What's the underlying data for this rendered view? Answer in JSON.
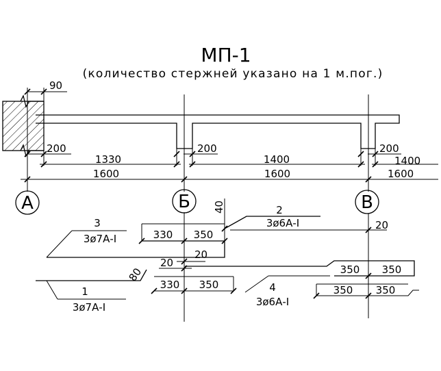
{
  "drawing": {
    "title": "МП-1",
    "subtitle": "(количество стержней указано на 1 м.пог.)"
  },
  "dimensions": {
    "wall_offset": "90",
    "support_left": "200",
    "support_mid": "200",
    "support_right": "200",
    "span1_clear": "1330",
    "span2_clear": "1400",
    "span3_clear": "1400",
    "span1_axis": "1600",
    "span2_axis": "1600",
    "span3_axis": "1600",
    "height_40": "40",
    "gap_20_right": "20",
    "gap_20_mid_a": "20",
    "gap_20_mid_b": "20",
    "hook_80": "80",
    "r3_left": "330",
    "r3_right": "350",
    "r1_left": "330",
    "r1_right": "350",
    "r4_top_left": "350",
    "r4_top_right": "350",
    "r4_bot_left": "350",
    "r4_bot_right": "350"
  },
  "axes": {
    "a": "А",
    "b": "Б",
    "v": "В"
  },
  "rebars": {
    "r1": {
      "mark": "1",
      "spec": "3ø7А-I"
    },
    "r2": {
      "mark": "2",
      "spec": "3ø6А-I"
    },
    "r3": {
      "mark": "3",
      "spec": "3ø7А-I"
    },
    "r4": {
      "mark": "4",
      "spec": "3ø6А-I"
    }
  }
}
